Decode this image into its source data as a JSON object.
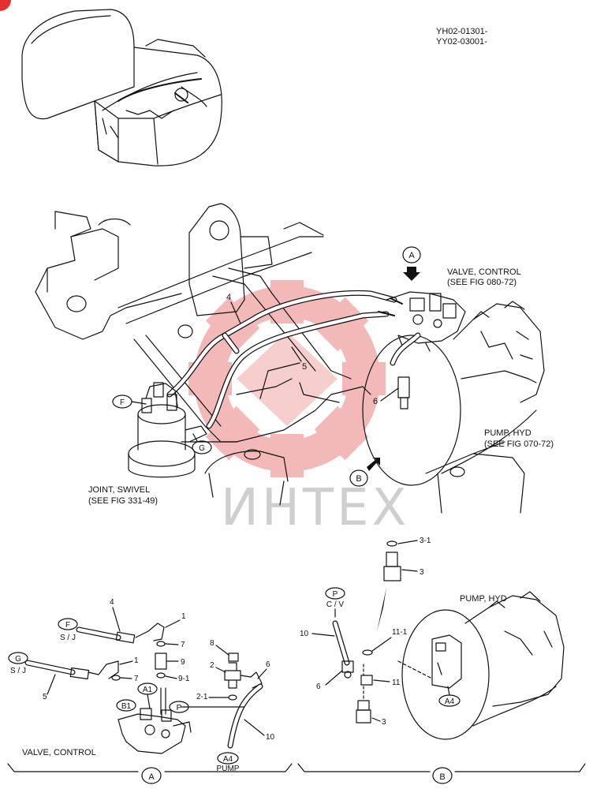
{
  "serials": {
    "line1": "YH02-01301-",
    "line2": "YY02-03001-"
  },
  "watermark": "ИНТЕХ",
  "main": {
    "callout_a": "A",
    "callout_b": "B",
    "valve_label_1": "VALVE, CONTROL",
    "valve_label_2": "(SEE FIG 080-72)",
    "pump_label_1": "PUMP, HYD",
    "pump_label_2": "(SEE FIG 070-72)",
    "joint_label_1": "JOINT, SWIVEL",
    "joint_label_2": "(SEE FIG 331-49)",
    "port_f": "F",
    "port_g": "G",
    "item_4": "4",
    "item_5": "5",
    "item_6": "6"
  },
  "detail_a": {
    "tag_f": "F",
    "tag_f_sub": "S / J",
    "tag_g": "G",
    "tag_g_sub": "S / J",
    "tag_a1": "A1",
    "tag_b1": "B1",
    "tag_p": "P",
    "tag_a4": "A4",
    "pump_text": "PUMP",
    "valve_text": "VALVE, CONTROL",
    "n4": "4",
    "n1a": "1",
    "n7a": "7",
    "n9": "9",
    "n91": "9-1",
    "n8": "8",
    "n1b": "1",
    "n7b": "7",
    "n5": "5",
    "n2": "2",
    "n21": "2-1",
    "n6": "6",
    "n10": "10",
    "section": "A"
  },
  "detail_b": {
    "pump_title": "PUMP, HYD",
    "tag_p": "P",
    "tag_p_sub": "C / V",
    "tag_a4": "A4",
    "n31": "3-1",
    "n3a": "3",
    "n10": "10",
    "n111": "11-1",
    "n6": "6",
    "n11": "11",
    "n3b": "3",
    "section": "B"
  },
  "colors": {
    "watermark_red": "#f2b2b2",
    "line": "#111111"
  }
}
